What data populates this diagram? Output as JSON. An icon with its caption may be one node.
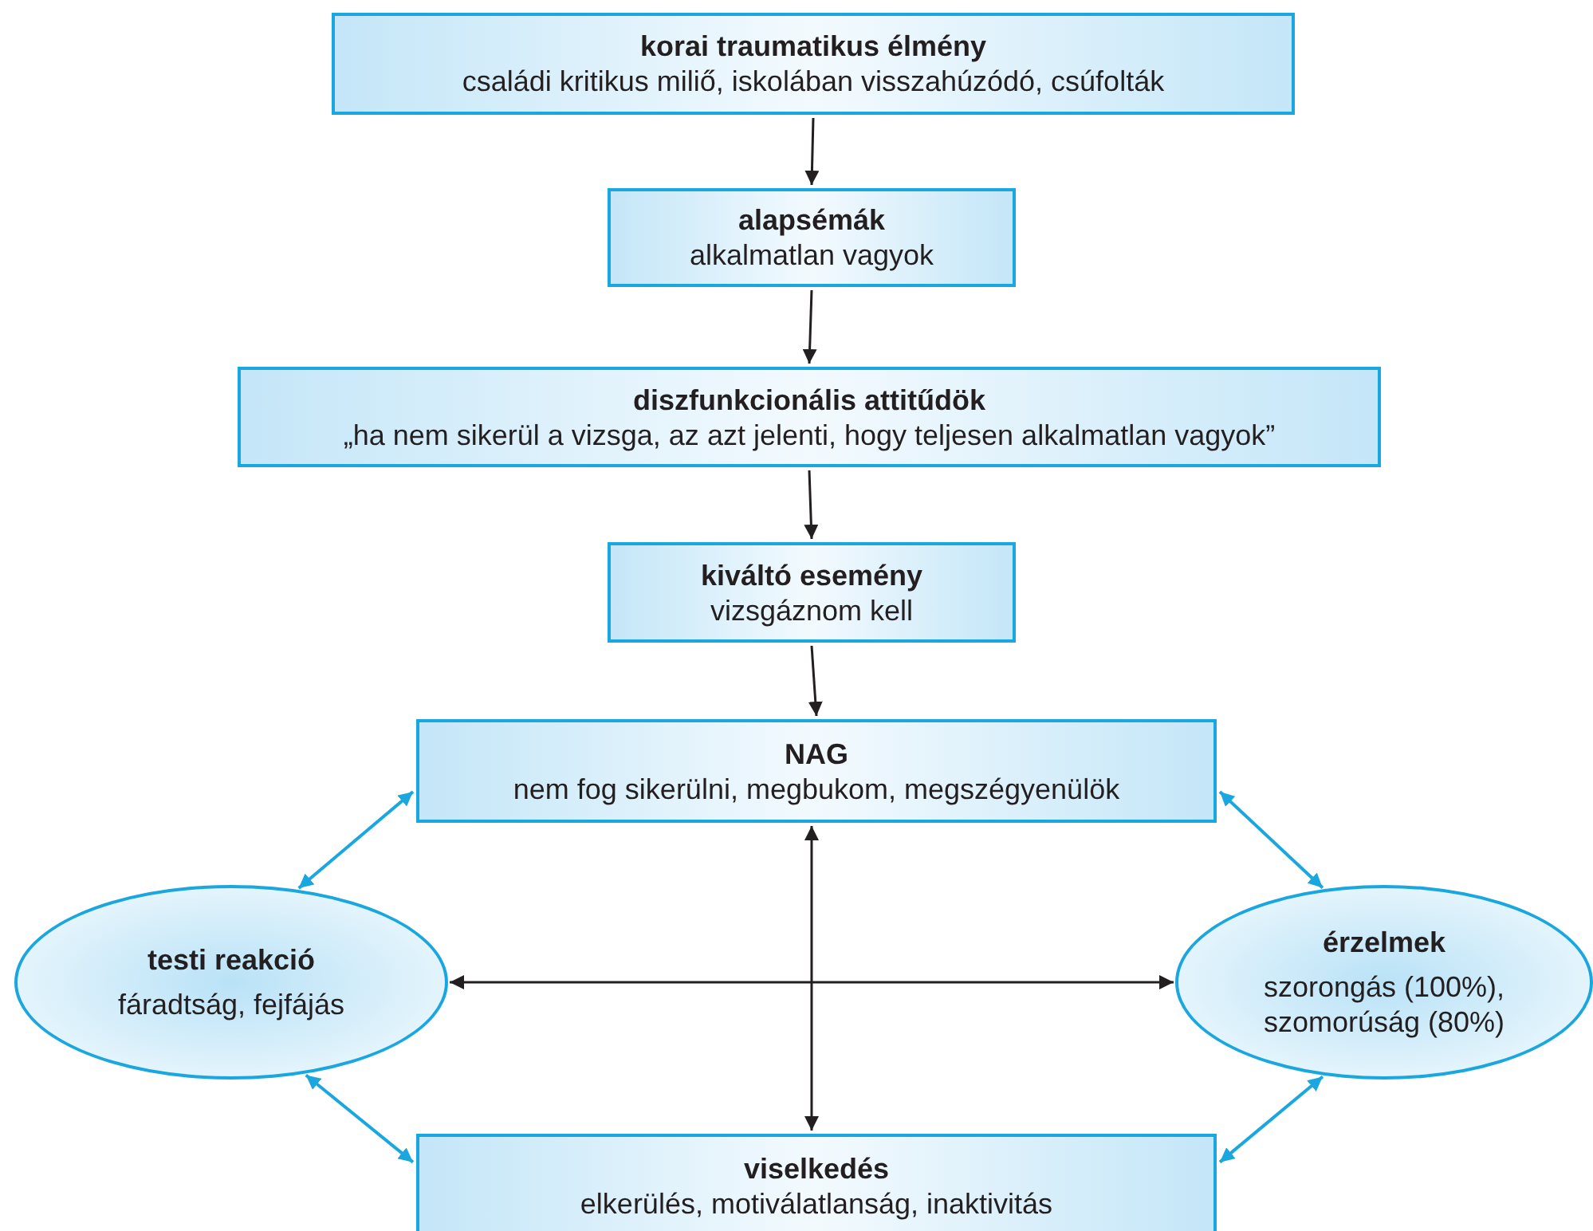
{
  "diagram": {
    "nodes": [
      {
        "text": [
          "korai traumatikus élmény",
          "családi kritikus miliő, iskolában visszahúzódó, csúfolták"
        ]
      },
      {
        "text": [
          "alapsémák",
          "alkalmatlan vagyok"
        ]
      },
      {
        "text": [
          "diszfunkcionális attitűdök",
          "„ha nem sikerül a vizsga, az azt jelenti, hogy teljesen alkalmatlan vagyok”"
        ]
      },
      {
        "text": [
          "kiváltó esemény",
          "vizsgáznom kell"
        ]
      },
      {
        "text": [
          "NAG",
          "nem fog sikerülni, megbukom, megszégyenülök"
        ]
      },
      {
        "text": [
          "testi reakció",
          "fáradtság, fejfájás"
        ]
      },
      {
        "text": [
          "érzelmek",
          "szorongás (100%), szomorúság (80%)"
        ]
      },
      {
        "text": [
          "viselkedés",
          "elkerülés, motiválatlanság, inaktivitás"
        ]
      }
    ],
    "edges": [
      {
        "from": 0,
        "to": 1,
        "arrow": "to"
      },
      {
        "from": 1,
        "to": 2,
        "arrow": "to"
      },
      {
        "from": 2,
        "to": 3,
        "arrow": "to"
      },
      {
        "from": 3,
        "to": 4,
        "arrow": "to"
      },
      {
        "from": 4,
        "to": 5,
        "arrow": "both",
        "color": "#1aa7e0"
      },
      {
        "from": 4,
        "to": 6,
        "arrow": "both",
        "color": "#1aa7e0"
      },
      {
        "from": 5,
        "to": 6,
        "arrow": "both"
      },
      {
        "from": 4,
        "to": 7,
        "arrow": "both"
      },
      {
        "from": 5,
        "to": 7,
        "arrow": "both",
        "color": "#1aa7e0"
      },
      {
        "from": 6,
        "to": 7,
        "arrow": "both",
        "color": "#1aa7e0"
      }
    ]
  }
}
